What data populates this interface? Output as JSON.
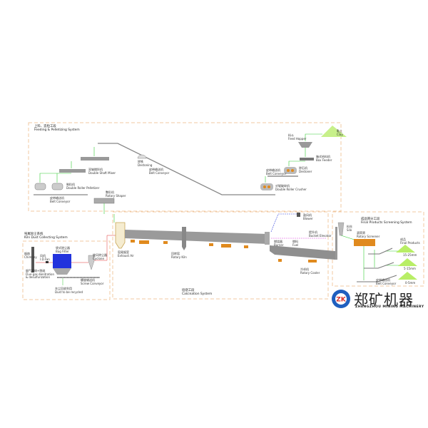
{
  "sections": {
    "feeding": {
      "zh": "上料、造粒工段",
      "en": "Feeding & Pelletizing System"
    },
    "dust": {
      "zh": "窑尾除尘系统",
      "en": "Kiln Dust Collecting System"
    },
    "calcination": {
      "zh": "焙烧工段",
      "en": "Calcination System"
    },
    "screening": {
      "zh": "成品筛分工段",
      "en": "Final Products Screening System"
    }
  },
  "equipment": {
    "clay": {
      "zh": "黏土",
      "en": "Clay"
    },
    "feed_hopper": {
      "zh": "料斗",
      "en": "Feed Hopper"
    },
    "box_feeder": {
      "zh": "箱式给料机",
      "en": "Box Feeder"
    },
    "destoner": {
      "zh": "除石机",
      "en": "Destoner"
    },
    "belt_conveyor_1": {
      "zh": "皮带输送机",
      "en": "Belt Conveyor"
    },
    "double_roller_crusher": {
      "zh": "对辊破碎机",
      "en": "Double Roller Crusher"
    },
    "belt_conveyor_2": {
      "zh": "皮带输送机",
      "en": "Belt Conveyor"
    },
    "destoning": {
      "zh": "除铁",
      "en": "Destoning"
    },
    "double_shaft_mixer": {
      "zh": "双轴搅拌机",
      "en": "Double Shaft Mixer"
    },
    "double_roller_pelletizer": {
      "zh": "制粒机",
      "en": "Double Roller Pelletizer"
    },
    "belt_conveyor_3": {
      "zh": "皮带输送机",
      "en": "Belt Conveyor"
    },
    "rotary_shaper": {
      "zh": "整形机",
      "en": "Rotary Shaper"
    },
    "exhaust_air": {
      "zh": "窑尾烟室",
      "en": "Exhaust Air"
    },
    "rotary_kiln": {
      "zh": "回转窑",
      "en": "Rotary Kiln"
    },
    "burner": {
      "zh": "燃烧器",
      "en": "Burner"
    },
    "fuel": {
      "zh": "燃料",
      "en": "Fuel"
    },
    "blower": {
      "zh": "鼓风机",
      "en": "Blower"
    },
    "rotary_cooler": {
      "zh": "冷却机",
      "en": "Rotary Cooler"
    },
    "bucket_elevator": {
      "zh": "提升机",
      "en": "Bucket Elevator"
    },
    "silo": {
      "zh": "料仓",
      "en": "Silo"
    },
    "rotary_screener": {
      "zh": "滚筒筛",
      "en": "Rotary Screener"
    },
    "final_products": {
      "zh": "成品",
      "en": "Final Products"
    },
    "size_1": "15-25mm",
    "size_2": "5-15mm",
    "size_3": "0-5mm",
    "belt_conveyor_4": {
      "zh": "皮带输送机",
      "en": "Belt Conveyor"
    },
    "chimney": {
      "zh": "烟囱",
      "en": "Chimney"
    },
    "id_fan": {
      "zh": "风机",
      "en": "I.D.Fan"
    },
    "bag_filter": {
      "zh": "袋式除尘器",
      "en": "Bag Filter"
    },
    "cyclone": {
      "zh": "旋风除尘器",
      "en": "Cyclone"
    },
    "screw_conveyor": {
      "zh": "螺旋输送机",
      "en": "Screw Conveyor"
    },
    "flue_gas": {
      "zh": "烟气脱硝+脱硫",
      "en": "Flue gas denitration",
      "en2": "& desulfurization"
    },
    "dust_recycled": {
      "zh": "灰尘回收利用",
      "en": "Dust to be recycled"
    }
  },
  "logo": {
    "mark": "ZK",
    "zh": "郑矿机器",
    "en": "ZHENGZHOU MINING MACHINERY"
  },
  "colors": {
    "frame": "#f0c8a0",
    "flow": "#33cc33",
    "gas": "#e03030",
    "air": "#3344dd",
    "fuel": "#dd44dd",
    "equipment": "#888888",
    "support": "#e08a1e",
    "product": "#b8ee66",
    "logo": "#1f5fbf"
  }
}
